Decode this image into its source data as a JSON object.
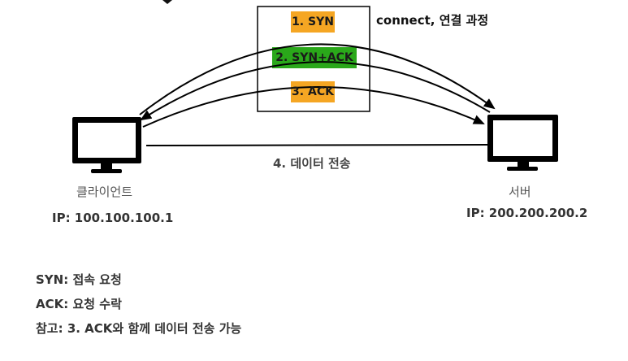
{
  "diagram": {
    "caption": "connect, 연결 과정",
    "steps": [
      {
        "label": "1. SYN",
        "color": "#f5a623"
      },
      {
        "label": "2. SYN+ACK",
        "color": "#2aa81a"
      },
      {
        "label": "3. ACK",
        "color": "#f5a623"
      }
    ],
    "data_transfer_label": "4. 데이터 전송"
  },
  "client": {
    "name": "클라이언트",
    "ip": "IP: 100.100.100.1",
    "icon": "monitor-icon"
  },
  "server": {
    "name": "서버",
    "ip": "IP: 200.200.200.2",
    "icon": "monitor-icon"
  },
  "notes": [
    "SYN: 접속 요청",
    "ACK: 요청 수락",
    "참고: 3. ACK와 함께 데이터 전송 가능"
  ]
}
